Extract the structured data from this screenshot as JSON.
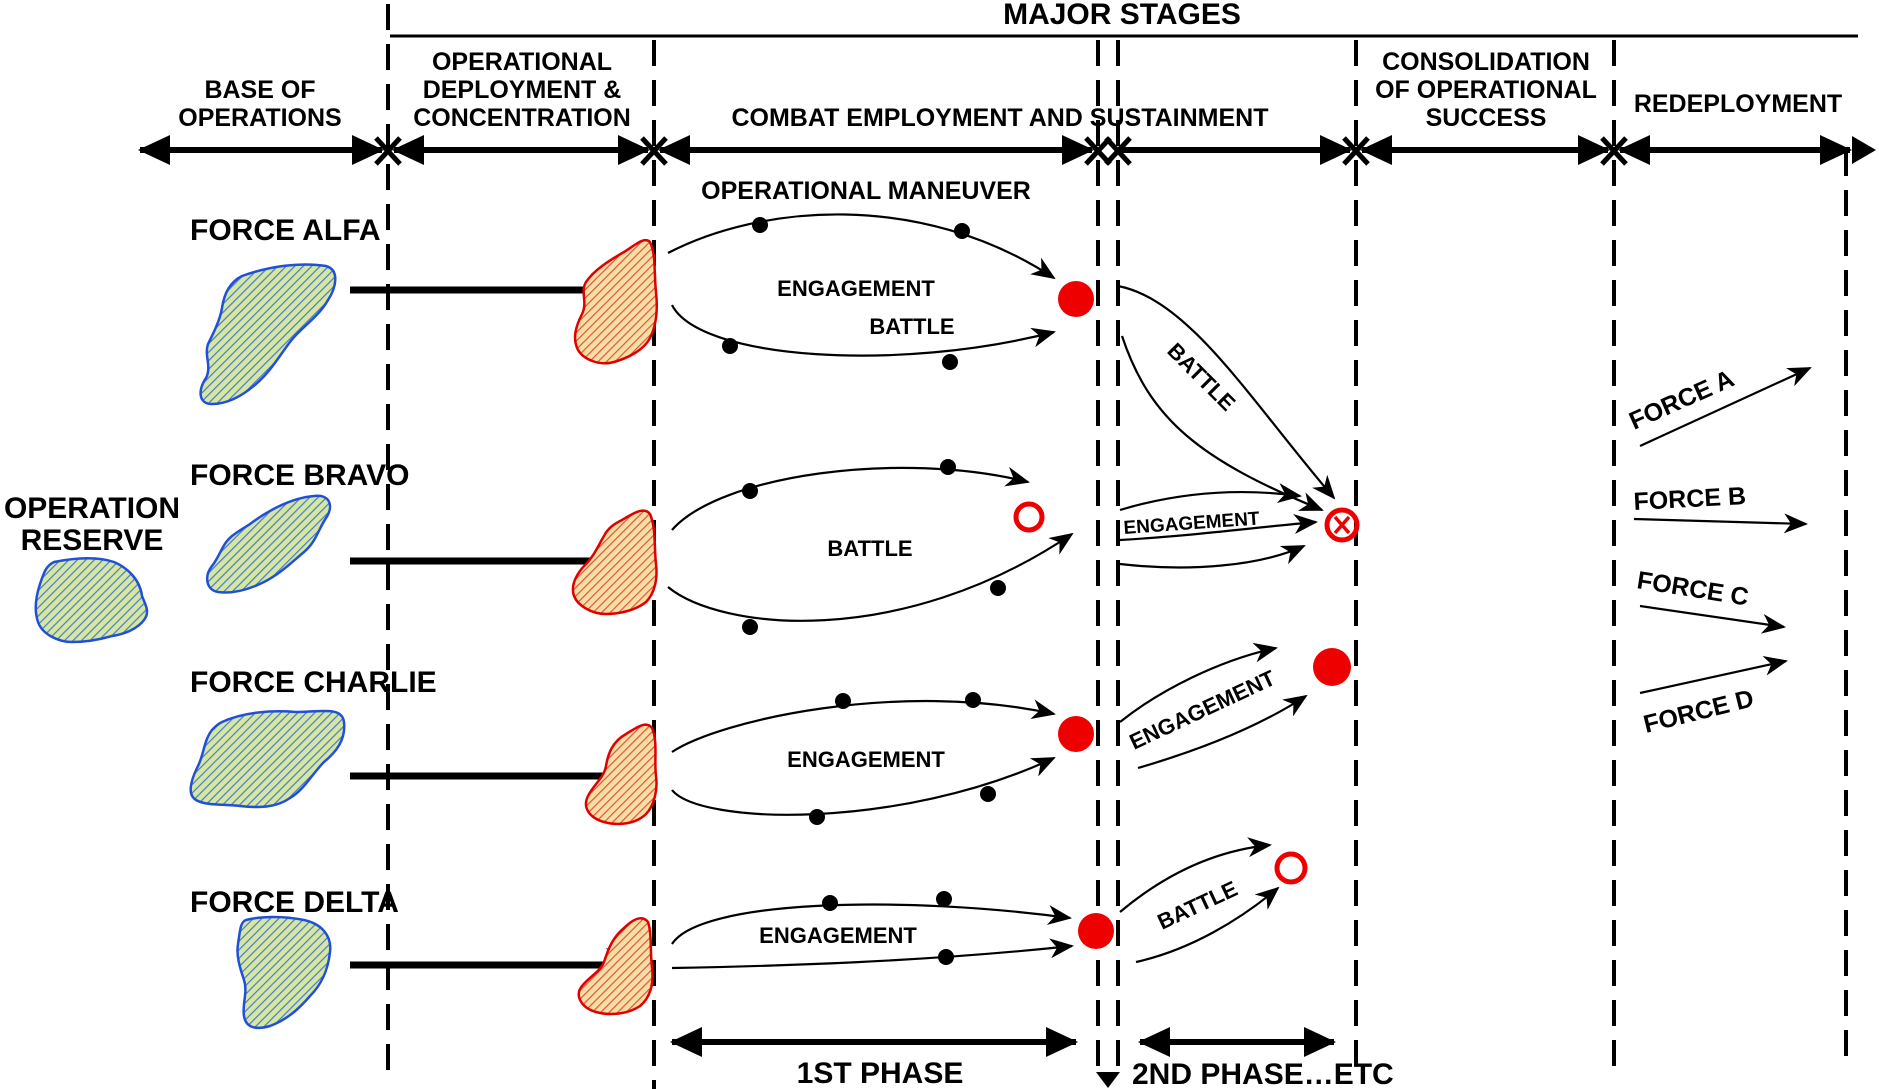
{
  "header": {
    "major_stages": "MAJOR STAGES",
    "stages": [
      {
        "line1": "BASE OF",
        "line2": "OPERATIONS"
      },
      {
        "line1": "OPERATIONAL",
        "line2": "DEPLOYMENT &",
        "line3": "CONCENTRATION"
      },
      {
        "line1": "COMBAT EMPLOYMENT AND SUSTAINMENT"
      },
      {
        "line1": "CONSOLIDATION",
        "line2": "OF OPERATIONAL",
        "line3": "SUCCESS"
      },
      {
        "line1": "REDEPLOYMENT"
      }
    ]
  },
  "forces": {
    "alfa": "FORCE ALFA",
    "bravo": "FORCE BRAVO",
    "charlie": "FORCE CHARLIE",
    "delta": "FORCE DELTA",
    "reserve_line1": "OPERATION",
    "reserve_line2": "RESERVE"
  },
  "labels": {
    "operational_maneuver": "OPERATIONAL MANEUVER",
    "alfa_engagement": "ENGAGEMENT",
    "alfa_battle": "BATTLE",
    "alfa_battle_2": "BATTLE",
    "bravo_battle": "BATTLE",
    "bravo_engagement_2": "ENGAGEMENT",
    "charlie_engagement": "ENGAGEMENT",
    "charlie_engagement_2": "ENGAGEMENT",
    "delta_engagement": "ENGAGEMENT",
    "delta_battle_2": "BATTLE"
  },
  "redeployment": {
    "force_a": "FORCE A",
    "force_b": "FORCE B",
    "force_c": "FORCE C",
    "force_d": "FORCE D"
  },
  "phases": {
    "first": "1ST PHASE",
    "second": "2ND PHASE…ETC"
  },
  "colors": {
    "line": "#000000",
    "objective": "#ee0000",
    "force_outline": "#2050d8",
    "force_fill": "#d6e8a0",
    "concentration_outline": "#e00000",
    "concentration_fill": "#f6e0a0"
  }
}
